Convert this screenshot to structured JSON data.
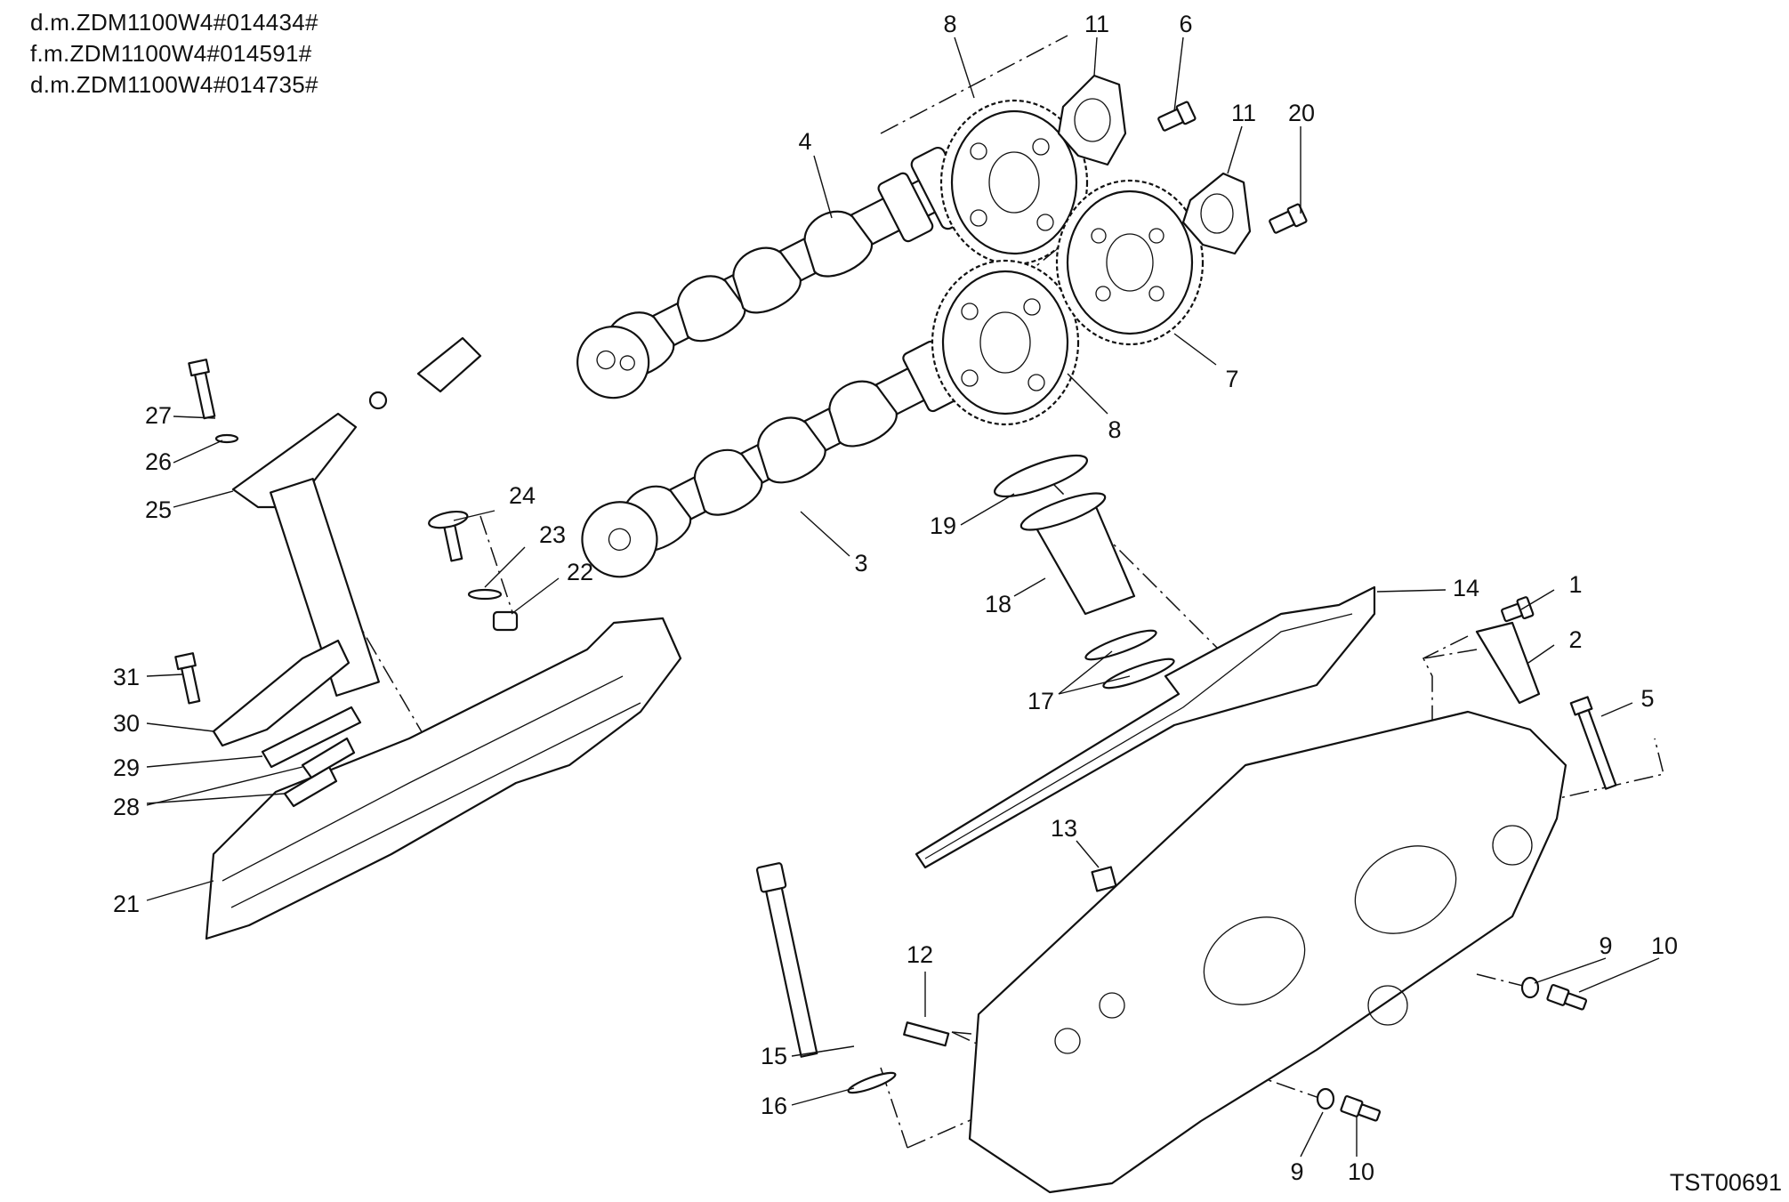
{
  "header": {
    "lines": [
      "d.m.ZDM1100W4#014434#",
      "f.m.ZDM1100W4#014591#",
      "d.m.ZDM1100W4#014735#"
    ]
  },
  "drawing_code": "TST00691",
  "callouts": {
    "c1": "1",
    "c2": "2",
    "c3": "3",
    "c4": "4",
    "c5": "5",
    "c6": "6",
    "c7": "7",
    "c8a": "8",
    "c8b": "8",
    "c9a": "9",
    "c9b": "9",
    "c10a": "10",
    "c10b": "10",
    "c11a": "11",
    "c11b": "11",
    "c12": "12",
    "c13": "13",
    "c14": "14",
    "c15": "15",
    "c16": "16",
    "c17": "17",
    "c18": "18",
    "c19": "19",
    "c20": "20",
    "c21": "21",
    "c22": "22",
    "c23": "23",
    "c24": "24",
    "c25": "25",
    "c26": "26",
    "c27": "27",
    "c28": "28",
    "c29": "29",
    "c30": "30",
    "c31": "31"
  }
}
